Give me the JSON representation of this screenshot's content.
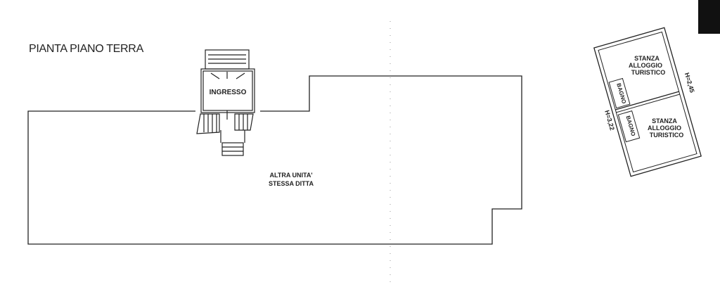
{
  "title": "PIANTA PIANO TERRA",
  "rooms": {
    "entrance": "INGRESSO",
    "other_unit_line1": "ALTRA UNITA'",
    "other_unit_line2": "STESSA DITTA",
    "room1": [
      "STANZA",
      "ALLOGGIO",
      "TURISTICO"
    ],
    "room2": [
      "STANZA",
      "ALLOGGIO",
      "TURISTICO"
    ],
    "bath1": "BAGNO",
    "bath2": "BAGNO"
  },
  "heights": {
    "h1": "H=2,45",
    "h2": "H=3,22"
  },
  "colors": {
    "ink": "#222222",
    "corner_block": "#111111"
  }
}
